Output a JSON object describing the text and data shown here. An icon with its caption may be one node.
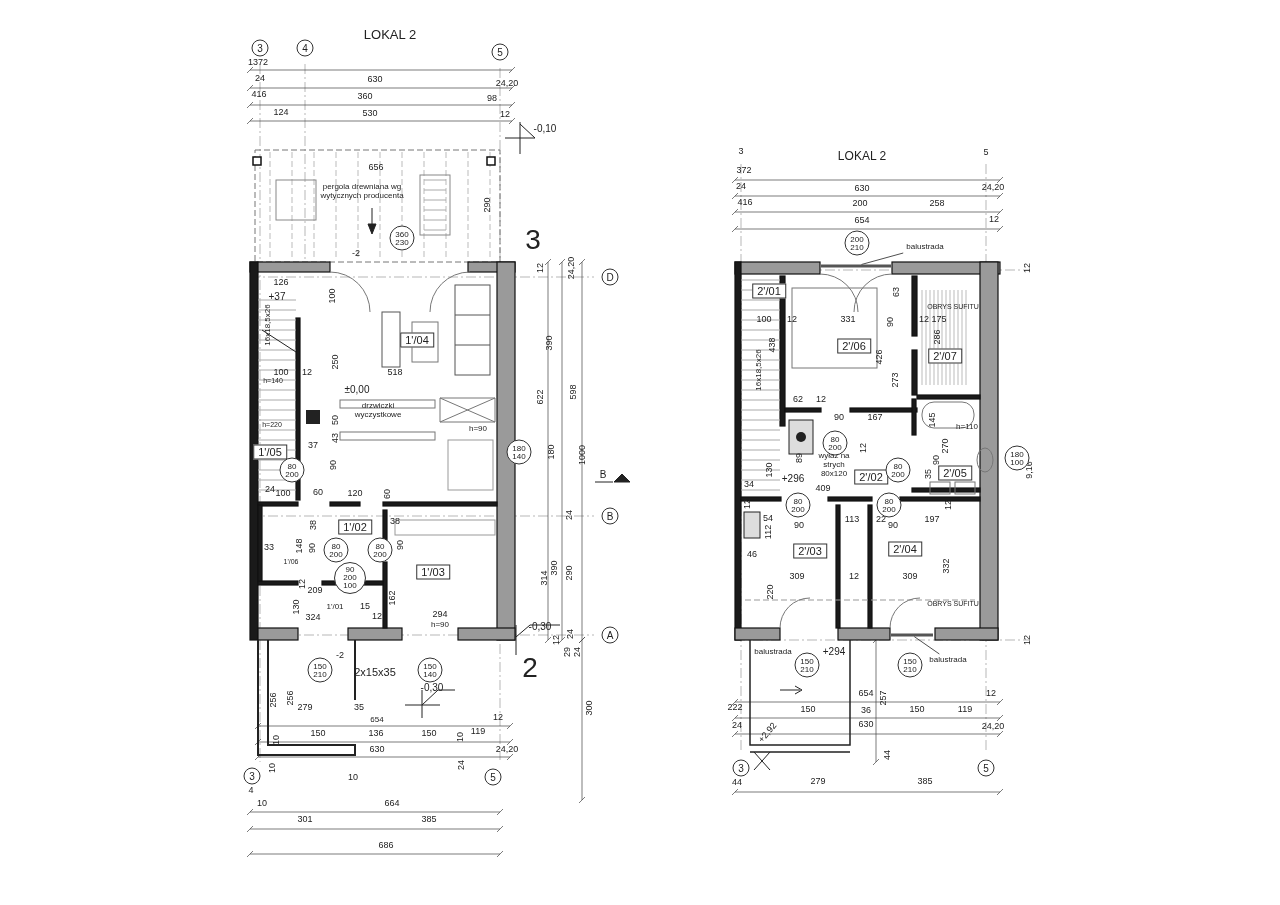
{
  "diagram": {
    "nodes": [
      {
        "text": [
          "3"
        ]
      },
      {
        "text": [
          "4"
        ]
      },
      {
        "text": [
          "5"
        ]
      },
      {
        "text": [
          "360",
          "230"
        ]
      },
      {
        "text": [
          "1'/04"
        ]
      },
      {
        "text": [
          "D"
        ]
      },
      {
        "text": [
          "1'/05"
        ]
      },
      {
        "text": [
          "80",
          "200"
        ]
      },
      {
        "text": [
          "180",
          "140"
        ]
      },
      {
        "text": [
          "B"
        ]
      },
      {
        "text": [
          "1'/02"
        ]
      },
      {
        "text": [
          "80",
          "200"
        ]
      },
      {
        "text": [
          "80",
          "200"
        ]
      },
      {
        "text": [
          "1'/03"
        ]
      },
      {
        "text": [
          "90",
          "200",
          "100"
        ]
      },
      {
        "text": [
          "A"
        ]
      },
      {
        "text": [
          "150",
          "210"
        ]
      },
      {
        "text": [
          "150",
          "140"
        ]
      },
      {
        "text": [
          "5"
        ]
      },
      {
        "text": [
          "3"
        ]
      },
      {
        "text": [
          "200",
          "210"
        ]
      },
      {
        "text": [
          "balustrada"
        ]
      },
      {
        "text": [
          "2'/01"
        ]
      },
      {
        "text": [
          "2'/06"
        ]
      },
      {
        "text": [
          "2'/07"
        ]
      },
      {
        "text": [
          "80",
          "200"
        ]
      },
      {
        "text": [
          "2'/02"
        ]
      },
      {
        "text": [
          "80",
          "200"
        ]
      },
      {
        "text": [
          "2'/05"
        ]
      },
      {
        "text": [
          "180",
          "100"
        ]
      },
      {
        "text": [
          "80",
          "200"
        ]
      },
      {
        "text": [
          "80",
          "200"
        ]
      },
      {
        "text": [
          "2'/03"
        ]
      },
      {
        "text": [
          "2'/04"
        ]
      },
      {
        "text": [
          "150",
          "210"
        ]
      },
      {
        "text": [
          "150",
          "210"
        ]
      },
      {
        "text": [
          "balustrada"
        ]
      },
      {
        "text": [
          "3"
        ]
      },
      {
        "text": [
          "5"
        ]
      },
      {
        "text": [],
        "shape": "bar"
      },
      {
        "text": [],
        "shape": "bar"
      }
    ],
    "edges": [
      {
        "from": 21,
        "to": 39,
        "arrow": "none"
      },
      {
        "from": 36,
        "to": 40,
        "arrow": "none"
      }
    ],
    "labels": [
      "LOKAL 2",
      "1372",
      "24",
      "630",
      "24,20",
      "416",
      "360",
      "98",
      "124",
      "530",
      "12",
      "-0,10",
      "656",
      "pergola drewniana wg wytycznych producenta",
      "290",
      "-2",
      "3",
      "12",
      "24,20",
      "126",
      "+37",
      "100",
      "16x18,5x26",
      "250",
      "390",
      "100",
      "12",
      "518",
      "h=140",
      "±0,00",
      "drzwiczki wyczystkowe",
      "622",
      "598",
      "h=220",
      "h=90",
      "50",
      "43",
      "37",
      "90",
      "180",
      "1000",
      "B",
      "24",
      "100",
      "60",
      "120",
      "60",
      "38",
      "38",
      "90",
      "33",
      "148",
      "90",
      "1'/06",
      "24",
      "12",
      "209",
      "130",
      "1'/01",
      "15",
      "162",
      "314",
      "390",
      "290",
      "324",
      "12",
      "294",
      "h=90",
      "-0,30",
      "12",
      "24",
      "29",
      "24",
      "2",
      "-2",
      "2x15x35",
      "-0,30",
      "256",
      "256",
      "279",
      "35",
      "654",
      "300",
      "12",
      "150",
      "136",
      "150",
      "119",
      "10",
      "10",
      "630",
      "24,20",
      "10",
      "24",
      "10",
      "4",
      "10",
      "664",
      "301",
      "385",
      "686",
      "LOKAL 2",
      "3",
      "5",
      "372",
      "24",
      "630",
      "24,20",
      "416",
      "200",
      "258",
      "654",
      "12",
      "12",
      "63",
      "OBRYS SUFITU",
      "100",
      "12",
      "331",
      "90",
      "12",
      "175",
      "286",
      "438",
      "426",
      "16x18,5x26",
      "273",
      "62",
      "12",
      "90",
      "167",
      "145",
      "h=110",
      "12",
      "270",
      "130",
      "+296",
      "89",
      "wyłaz na strych 80x120",
      "90",
      "35",
      "9,16",
      "34",
      "409",
      "12",
      "12",
      "54",
      "90",
      "113",
      "22",
      "90",
      "197",
      "112",
      "46",
      "332",
      "309",
      "12",
      "309",
      "220",
      "OBRYS SUFITU",
      "12",
      "balustrada",
      "+294",
      "654",
      "257",
      "12",
      "222",
      "150",
      "36",
      "150",
      "119",
      "24",
      "630",
      "24,20",
      "+2,92",
      "44",
      "44",
      "279",
      "385"
    ]
  }
}
